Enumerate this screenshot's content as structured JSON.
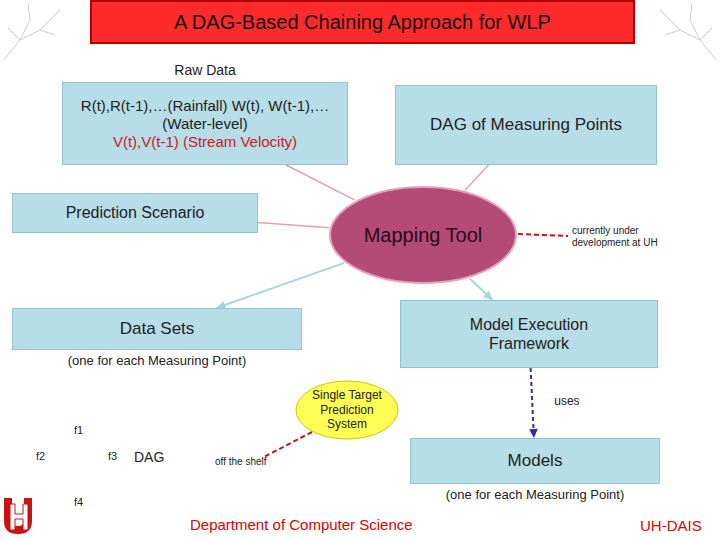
{
  "diagram": {
    "title": "A DAG-Based Chaining Approach for WLP",
    "nodes": [
      {
        "text": [
          "Raw Data",
          "R(t),R(t-1),…(Rainfall) W(t), W(t-1),…(Water-level)",
          "V(t),V(t-1) (Stream Velocity)"
        ]
      },
      {
        "text": [
          "DAG of Measuring Points"
        ]
      },
      {
        "text": [
          "Prediction Scenario"
        ]
      },
      {
        "text": [
          "Mapping Tool"
        ]
      },
      {
        "text": [
          "Data Sets",
          "(one for each Measuring Point)"
        ]
      },
      {
        "text": [
          "Model Execution Framework"
        ]
      },
      {
        "text": [
          "Single Target Prediction System"
        ]
      },
      {
        "text": [
          "Models",
          "(one for each Measuring Point)"
        ]
      }
    ],
    "edges": [
      {
        "from": 0,
        "to": 3,
        "arrow": "none"
      },
      {
        "from": 1,
        "to": 3,
        "arrow": "none"
      },
      {
        "from": 2,
        "to": 3,
        "arrow": "none"
      },
      {
        "from": 3,
        "to": 4,
        "arrow": "to"
      },
      {
        "from": 3,
        "to": 5,
        "arrow": "to"
      },
      {
        "from": 5,
        "to": 7,
        "label": "uses",
        "arrow": "to"
      }
    ],
    "labels": [
      "currently under development at UH",
      "f1",
      "f2",
      "f3",
      "DAG",
      "off the shelf",
      "f4",
      "Department of Computer Science",
      "UH-DAIS"
    ]
  }
}
